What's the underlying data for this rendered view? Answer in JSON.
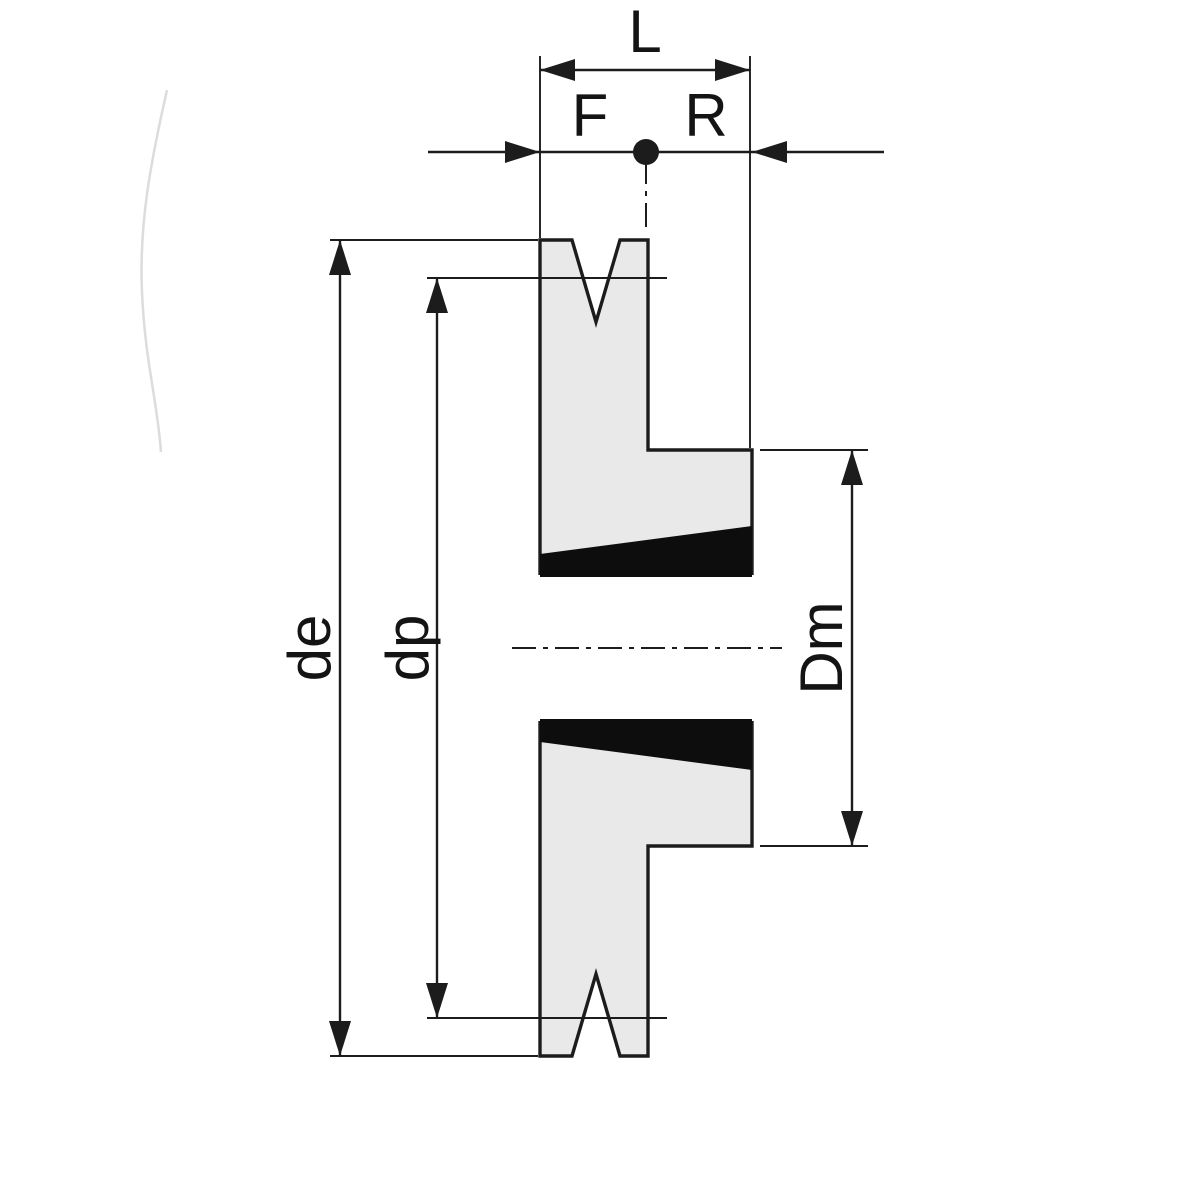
{
  "diagram": {
    "labels": {
      "belt_width": "L",
      "groove_offset_left": "F",
      "groove_offset_right": "R",
      "outside_diameter": "de",
      "pitch_diameter": "dp",
      "hub_diameter": "Dm"
    },
    "colors": {
      "line": "#1c1c1c",
      "body_fill": "#e9e9e9",
      "bushing_fill": "#0d0d0d",
      "background": "#ffffff"
    }
  }
}
